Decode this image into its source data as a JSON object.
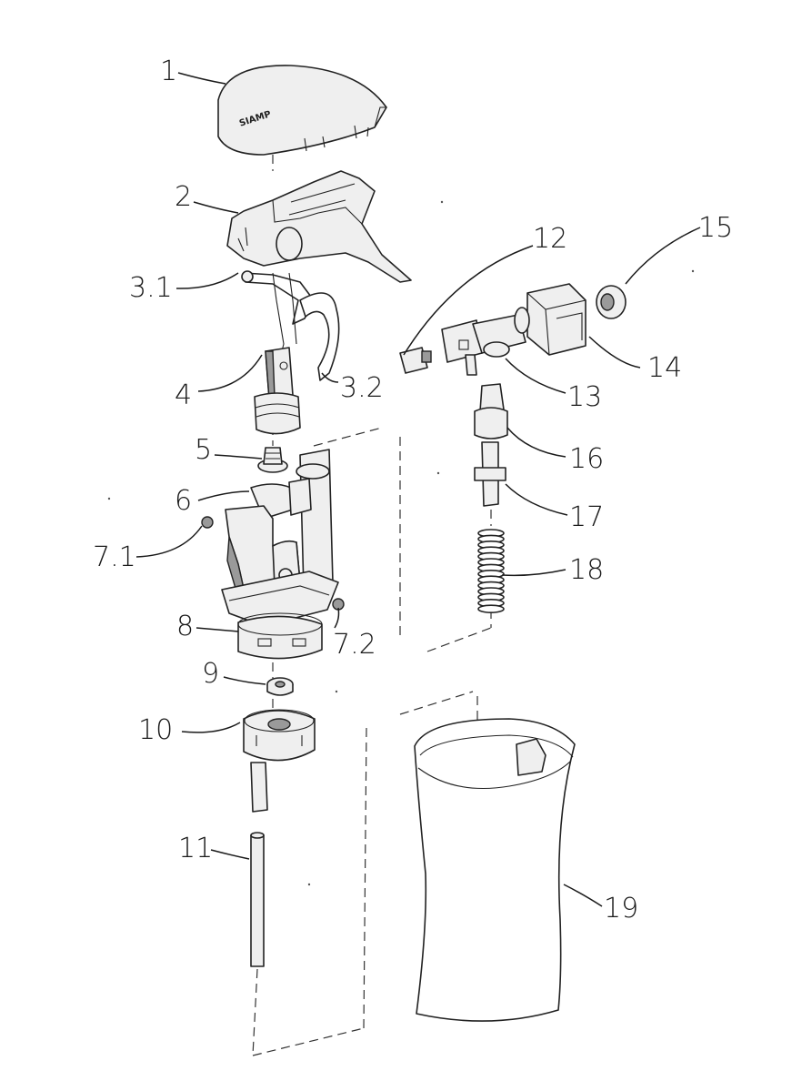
{
  "diagram": {
    "callouts": [
      {
        "id": "1",
        "text": "1"
      },
      {
        "id": "2",
        "text": "2"
      },
      {
        "id": "3-1",
        "text": "3.1"
      },
      {
        "id": "3-2",
        "text": "3.2"
      },
      {
        "id": "4",
        "text": "4"
      },
      {
        "id": "5",
        "text": "5"
      },
      {
        "id": "6",
        "text": "6"
      },
      {
        "id": "7-1",
        "text": "7.1"
      },
      {
        "id": "7-2",
        "text": "7.2"
      },
      {
        "id": "8",
        "text": "8"
      },
      {
        "id": "9",
        "text": "9"
      },
      {
        "id": "10",
        "text": "10"
      },
      {
        "id": "11",
        "text": "11"
      },
      {
        "id": "12",
        "text": "12"
      },
      {
        "id": "13",
        "text": "13"
      },
      {
        "id": "14",
        "text": "14"
      },
      {
        "id": "15",
        "text": "15"
      },
      {
        "id": "16",
        "text": "16"
      },
      {
        "id": "17",
        "text": "17"
      },
      {
        "id": "18",
        "text": "18"
      },
      {
        "id": "19",
        "text": "19"
      }
    ],
    "cap_logo": "SIAMP"
  }
}
